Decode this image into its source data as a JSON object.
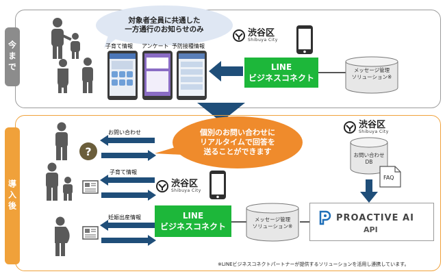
{
  "before": {
    "tab_label": "今まで",
    "bubble_text": "対象者全員に共通した\n一方通行のお知らせのみ",
    "screen_labels": [
      "子育て情報",
      "アンケート",
      "予防接種情報"
    ],
    "city_name": "渋谷区",
    "city_sub": "Shibuya City",
    "line_box": "LINE\nビジネスコネクト",
    "cylinder": "メッセージ管理\nソリューション※"
  },
  "after": {
    "tab_label": "導入後",
    "bubble_text": "個別のお問い合わせに\nリアルタイムで回答を\n送ることができます",
    "rows": [
      {
        "label": "お問い合わせ"
      },
      {
        "label": "子育て情報"
      },
      {
        "label": "妊娠出産情報"
      }
    ],
    "question_mark": "?",
    "city_name": "渋谷区",
    "city_sub": "Shibuya City",
    "line_box": "LINE\nビジネスコネクト",
    "cylinder": "メッセージ管理\nソリューション※",
    "db_city_name": "渋谷区",
    "db_city_sub": "Shibuya City",
    "db_label": "お問い合わせ\nDB",
    "faq_label": "FAQ",
    "proactive_logo": "PROACTIVE AI",
    "proactive_api": "API",
    "footnote": "※LINEビジネスコネクトパートナーが提供するソリューションを活用し連携しています。"
  },
  "colors": {
    "gray_tab": "#8c8c8c",
    "orange_tab": "#f0a13a",
    "orange_border": "#f0a13a",
    "line_green": "#1db73a",
    "navy": "#1f4e79",
    "bubble_blue": "#dfe7f3",
    "bubble_orange": "#ef8b2c"
  }
}
